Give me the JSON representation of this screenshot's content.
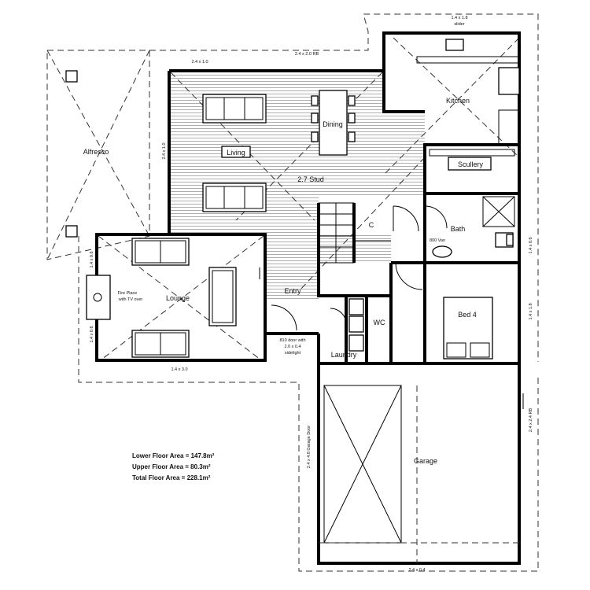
{
  "rooms": {
    "alfresco": "Alfresco",
    "dining": "Dining",
    "living": "Living",
    "stud": "2.7 Stud",
    "kitchen": "Kitchen",
    "scullery": "Scullery",
    "bath": "Bath",
    "lounge": "Lounge",
    "fireplace_line1": "Fire Place",
    "fireplace_line2": "with TV over",
    "entry": "Entry",
    "wc": "WC",
    "laundry": "Laundry",
    "bed4": "Bed 4",
    "garage": "Garage",
    "cupboard": "C"
  },
  "dimensions": {
    "slider_top_1": "1.4 x 1.8",
    "slider_top_2": "slider",
    "top_window_1": "2.4 x 1.0",
    "top_window_2": "2.4 x 2.0 RB",
    "alfresco_side": "2.4 x 1.0",
    "lounge_left_upper": "1.4 x 0.6",
    "lounge_left_lower": "1.4 x 0.6",
    "lounge_bottom": "1.4 x 3.0",
    "door_line1": "810 door with",
    "door_line2": "2.0 x 0.4",
    "door_line3": "sidelight",
    "bath_right": "1.4 x 0.6",
    "bed_right": "1.4 x 1.8",
    "garage_right": "2.4 x 2.4 RB",
    "garage_left": "2.4 x 4.8 Garage Door",
    "garage_bottom": "2.4 x 0.4",
    "bath_vanity": "800 Van"
  },
  "areas": {
    "lower": "Lower Floor Area = 147.8m²",
    "upper": "Upper Floor Area =  80.3m²",
    "total": "Total Floor Area  = 228.1m²"
  }
}
